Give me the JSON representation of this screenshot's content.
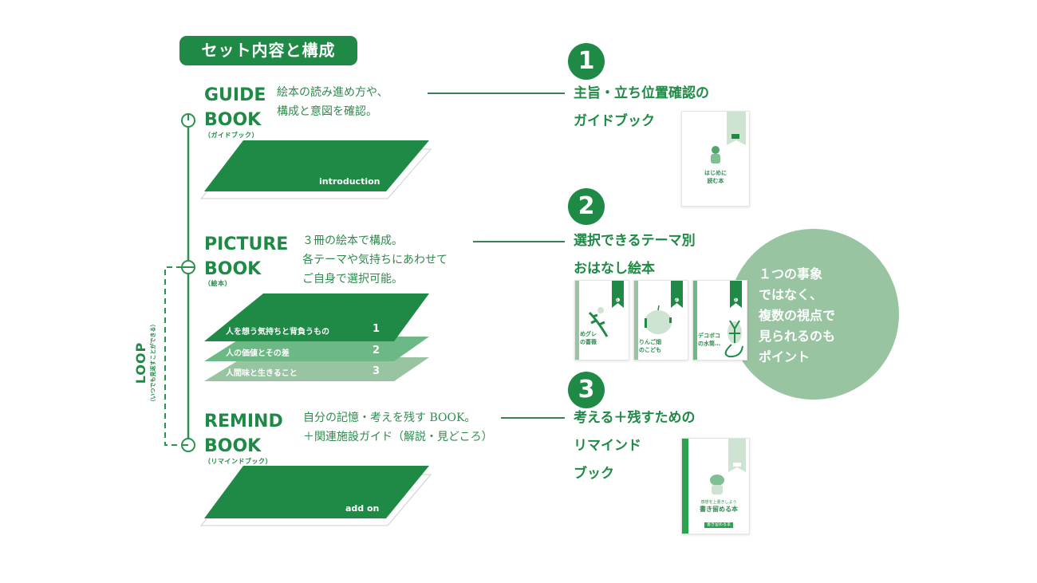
{
  "header": {
    "title": "セット内容と構成"
  },
  "colors": {
    "primary": "#1e8a45",
    "mid": "#6cb985",
    "light": "#98c4a1",
    "white": "#ffffff"
  },
  "loop": {
    "label": "LOOP",
    "sub": "（いつでも見返すことができる）"
  },
  "guide": {
    "head_line1": "GUIDE",
    "head_line2": "BOOK",
    "sub": "（ガイドブック）",
    "desc_line1": "絵本の読み進め方や、",
    "desc_line2": "構成と意図を確認。",
    "slab_label": "introduction"
  },
  "picture": {
    "head_line1": "PICTURE",
    "head_line2": "BOOK",
    "sub": "（絵本）",
    "desc_line1": "３冊の絵本で構成。",
    "desc_line2": "各テーマや気持ちにあわせて",
    "desc_line3": "ご自身で選択可能。",
    "layers": [
      {
        "label": "人を想う気持ちと背負うもの",
        "num": "1"
      },
      {
        "label": "人の価値とその差",
        "num": "2"
      },
      {
        "label": "人間味と生きること",
        "num": "3"
      }
    ]
  },
  "remind": {
    "head_line1": "REMIND",
    "head_line2": "BOOK",
    "sub": "（リマインドブック）",
    "desc_line1": "自分の記憶・考えを残す BOOK。",
    "desc_line2": "＋関連施設ガイド（解説・見どころ）",
    "slab_label": "add on"
  },
  "right": {
    "item1": {
      "num": "1",
      "line1": "主旨・立ち位置確認の",
      "line2": "ガイドブック",
      "cover_title_l1": "はじめに",
      "cover_title_l2": "読む本"
    },
    "item2": {
      "num": "2",
      "line1": "選択できるテーマ別",
      "line2": "おはなし絵本",
      "covers": [
        {
          "title_l1": "めグレ",
          "title_l2": "の薔薇",
          "badge": "1"
        },
        {
          "title_l1": "りんご畑",
          "title_l2": "のこども",
          "badge": "2"
        },
        {
          "title_l1": "デコボコ",
          "title_l2": "の水筒…",
          "badge": "3"
        }
      ]
    },
    "item3": {
      "num": "3",
      "line1": "考える＋残すための",
      "line2": "リマインド",
      "line3": "ブック",
      "cover_small": "感想を上書きしよう",
      "cover_title": "書き留める本",
      "cover_tag": "書き留める本"
    }
  },
  "bubble": {
    "line1": "１つの事象",
    "line2": "ではなく、",
    "line3": "複数の視点で",
    "line4": "見られるのも",
    "line5": "ポイント"
  }
}
